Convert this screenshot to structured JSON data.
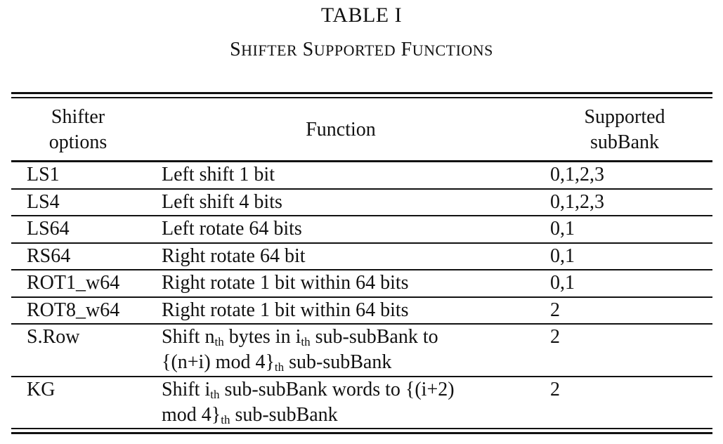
{
  "caption": {
    "label": "TABLE I",
    "title_words": [
      {
        "first": "S",
        "rest": "HIFTER"
      },
      {
        "first": "S",
        "rest": "UPPORTED"
      },
      {
        "first": "F",
        "rest": "UNCTIONS"
      }
    ]
  },
  "table": {
    "headers": {
      "option_line1": "Shifter",
      "option_line2": "options",
      "function": "Function",
      "subbank_line1": "Supported",
      "subbank_line2": "subBank"
    },
    "rows": [
      {
        "option": "LS1",
        "function": "Left shift 1 bit",
        "subbank": "0,1,2,3"
      },
      {
        "option": "LS4",
        "function": "Left shift 4 bits",
        "subbank": "0,1,2,3"
      },
      {
        "option": "LS64",
        "function": "Left rotate 64 bits",
        "subbank": "0,1"
      },
      {
        "option": "RS64",
        "function": "Right rotate 64 bit",
        "subbank": "0,1"
      },
      {
        "option": "ROT1_w64",
        "function": "Right rotate 1 bit within 64 bits",
        "subbank": "0,1"
      },
      {
        "option": "ROT8_w64",
        "function": "Right rotate 1 bit within 64 bits",
        "subbank": "2"
      },
      {
        "option": "S.Row",
        "function_parts": {
          "a": "Shift n",
          "a_sub": "th",
          "b": " bytes in i",
          "b_sub": "th",
          "c": " sub-subBank to",
          "d": "{(n+i) mod 4}",
          "d_sub": "th",
          "e": " sub-subBank"
        },
        "subbank": "2"
      },
      {
        "option": "KG",
        "function_parts": {
          "a": "Shift i",
          "a_sub": "th",
          "b": " sub-subBank words to {(i+2)",
          "c": "mod 4}",
          "c_sub": "th",
          "d": " sub-subBank"
        },
        "subbank": "2"
      }
    ]
  }
}
